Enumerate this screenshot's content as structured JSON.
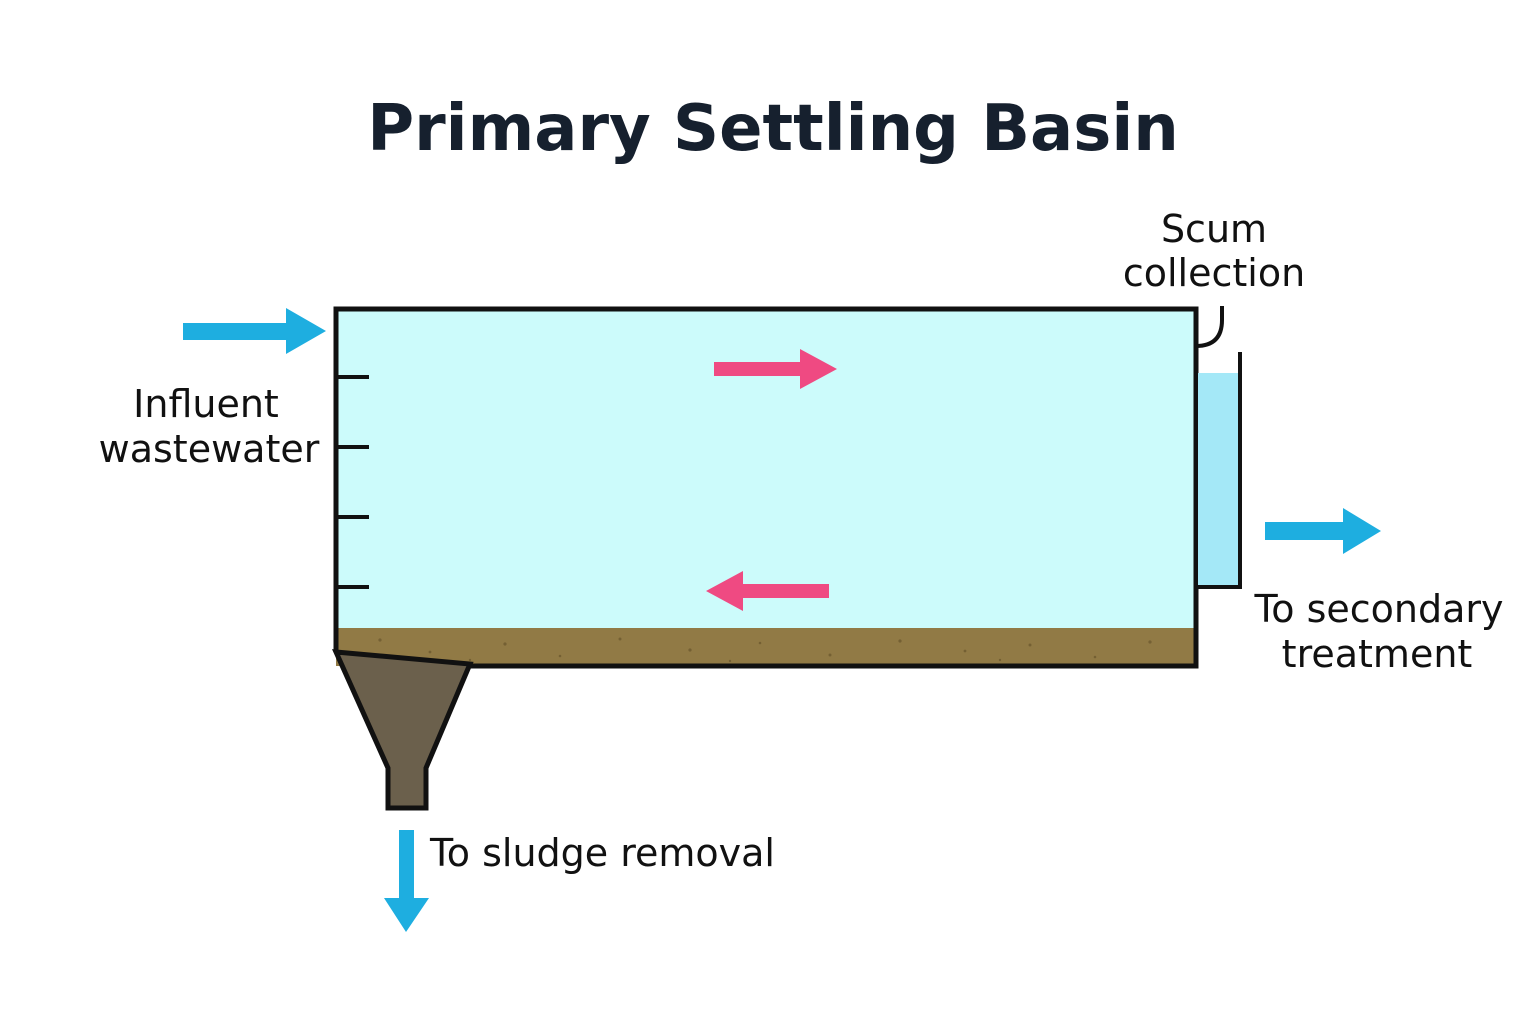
{
  "title": "Primary Settling Basin",
  "labels": {
    "influent_line1": "Influent",
    "influent_line2": "wastewater",
    "scum_line1": "Scum",
    "scum_line2": "collection",
    "secondary_line1": "To secondary",
    "secondary_line2": "treatment",
    "sludge": "To sludge removal"
  },
  "colors": {
    "title": "#16202e",
    "text": "#111111",
    "outline": "#111111",
    "water": "#ccfbfb",
    "effluent_channel": "#a4e8f7",
    "sludge_layer": "#917a45",
    "hopper": "#6b604c",
    "flow_arrow": "#1eaee0",
    "current_arrow": "#ef4a82"
  }
}
